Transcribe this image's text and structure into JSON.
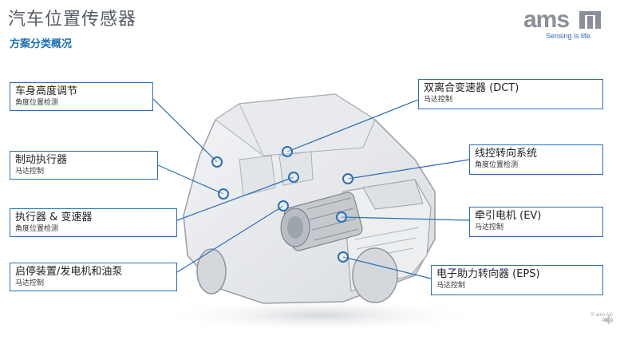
{
  "slide": {
    "title": "汽车位置传感器",
    "subtitle": "方案分类概况"
  },
  "logo": {
    "word": "ams",
    "tagline": "Sensing is life."
  },
  "callouts": [
    {
      "title": "车身高度调节",
      "sub": "角度位置检测"
    },
    {
      "title": "制动执行器",
      "sub": "马达控制"
    },
    {
      "title": "执行器 & 变速器",
      "sub": "角度位置检测"
    },
    {
      "title": "启停装置/发电机和油泵",
      "sub": "马达控制"
    },
    {
      "title": "双离合变速器 (DCT)",
      "sub": "马达控制"
    },
    {
      "title": "线控转向系统",
      "sub": "角度位置检测"
    },
    {
      "title": "牵引电机 (EV)",
      "sub": "马达控制"
    },
    {
      "title": "电子助力转向器 (EPS)",
      "sub": "马达控制"
    }
  ],
  "footer": {
    "company": "© ams AG",
    "page": "Page"
  },
  "colors": {
    "accent": "#2a6fb8",
    "title": "#555c66"
  }
}
